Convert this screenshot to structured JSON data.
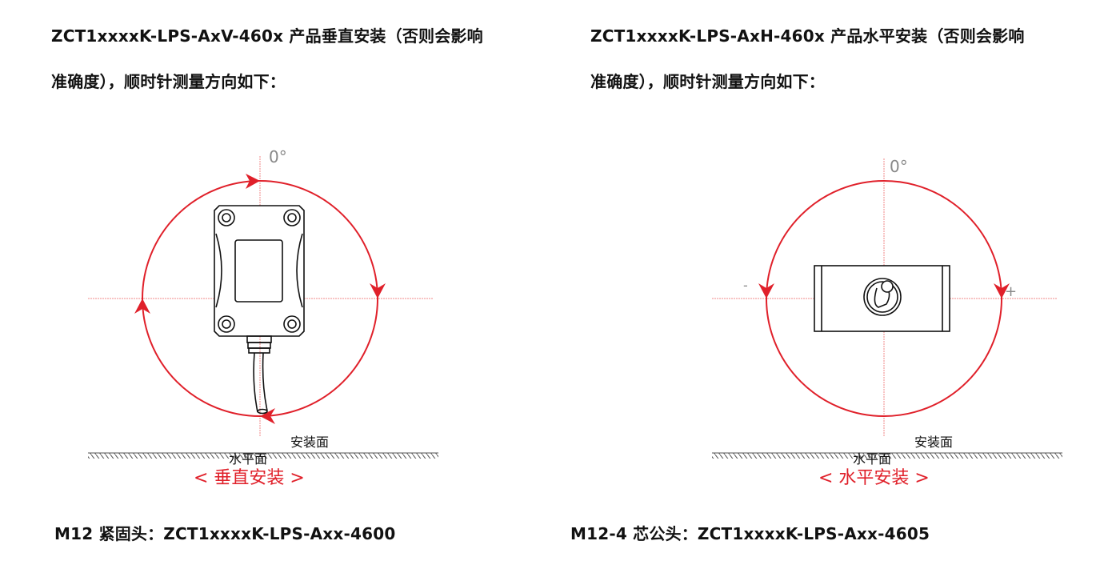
{
  "left": {
    "heading_line1": "ZCT1xxxxK-LPS-AxV-460x  产品垂直安装（否则会影响",
    "heading_line2": "准确度），顺时针测量方向如下：",
    "zero_label": "0°",
    "mount_surface_label": "安装面",
    "horizontal_plane_label": "水平面",
    "caption": "< 垂直安装 >",
    "footer": "M12 紧固头：ZCT1xxxxK-LPS-Axx-4600"
  },
  "right": {
    "heading_line1": "ZCT1xxxxK-LPS-AxH-460x 产品水平安装（否则会影响",
    "heading_line2": "准确度），顺时针测量方向如下：",
    "zero_label": "0°",
    "minus_label": "-",
    "plus_label": "+",
    "mount_surface_label": "安装面",
    "horizontal_plane_label": "水平面",
    "caption": "< 水平安装 >",
    "footer": "M12-4 芯公头：ZCT1xxxxK-LPS-Axx-4605"
  },
  "colors": {
    "accent": "#e0202a",
    "text": "#111111",
    "guide": "#f08a8a"
  }
}
